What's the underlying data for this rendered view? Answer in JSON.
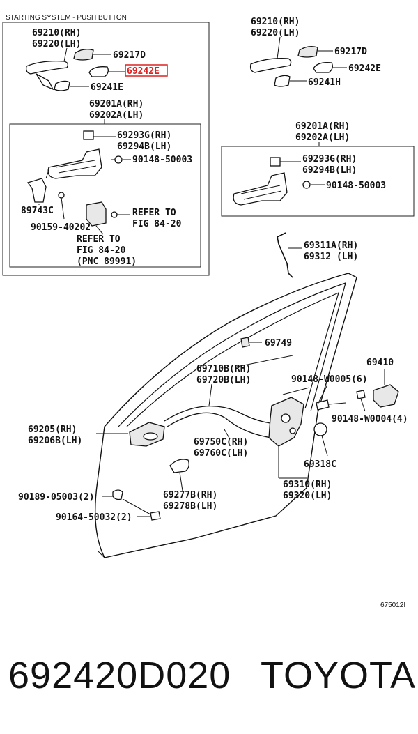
{
  "section_title": "STARTING SYSTEM - PUSH BUTTON",
  "labels": {
    "l_69210_a": "69210(RH)",
    "l_69220_a": "69220(LH)",
    "l_69217D_a": "69217D",
    "l_69242E_a": "69242E",
    "l_69241E_a": "69241E",
    "l_69201A_a": "69201A(RH)",
    "l_69202A_a": "69202A(LH)",
    "l_69293G_a": "69293G(RH)",
    "l_69294B_a": "69294B(LH)",
    "l_90148_50003_a": "90148-50003",
    "l_89743C": "89743C",
    "l_90159": "90159-40202",
    "l_refer1a": "REFER TO",
    "l_refer1b": "FIG 84-20",
    "l_refer2a": "REFER TO",
    "l_refer2b": "FIG 84-20",
    "l_refer2c": "(PNC 89991)",
    "l_69210_b": "69210(RH)",
    "l_69220_b": "69220(LH)",
    "l_69217D_b": "69217D",
    "l_69242E_b": "69242E",
    "l_69241H": "69241H",
    "l_69201A_b": "69201A(RH)",
    "l_69202A_b": "69202A(LH)",
    "l_69293G_b": "69293G(RH)",
    "l_69294B_b": "69294B(LH)",
    "l_90148_50003_b": "90148-50003",
    "l_69311A": "69311A(RH)",
    "l_69312": "69312 (LH)",
    "l_69749": "69749",
    "l_69710B": "69710B(RH)",
    "l_69720B": "69720B(LH)",
    "l_69410": "69410",
    "l_90148_W0005": "90148-W0005(6)",
    "l_90148_W0004": "90148-W0004(4)",
    "l_69205": "69205(RH)",
    "l_69206B": "69206B(LH)",
    "l_69750C": "69750C(RH)",
    "l_69760C": "69760C(LH)",
    "l_69318C": "69318C",
    "l_69310": "69310(RH)",
    "l_69320": "69320(LH)",
    "l_90189": "90189-05003(2)",
    "l_69277B": "69277B(RH)",
    "l_69278B": "69278B(LH)",
    "l_90164": "90164-50032(2)",
    "l_figno": "675012I"
  },
  "footer": {
    "part_number": "692420D020",
    "brand": "TOYOTA"
  },
  "colors": {
    "highlight": "#d22"
  }
}
